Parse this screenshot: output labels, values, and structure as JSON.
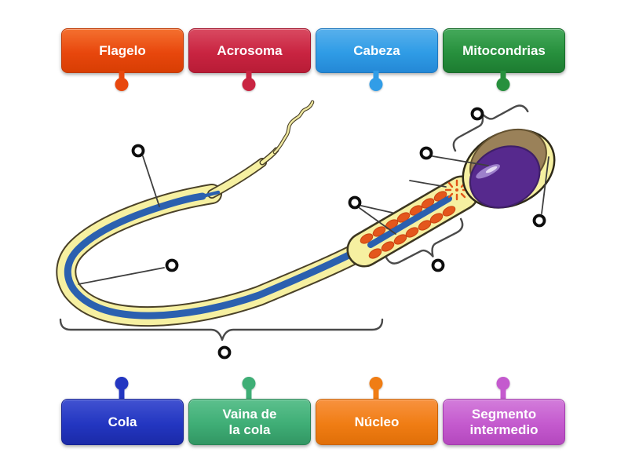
{
  "activity": {
    "type": "labelled-diagram",
    "subject": "sperm-cell-anatomy"
  },
  "labels": {
    "top": [
      {
        "id": "flagelo",
        "text": "Flagelo",
        "color": "#e8470d"
      },
      {
        "id": "acrosoma",
        "text": "Acrosoma",
        "color": "#c92441"
      },
      {
        "id": "cabeza",
        "text": "Cabeza",
        "color": "#2f9ce6"
      },
      {
        "id": "mitocondrias",
        "text": "Mitocondrias",
        "color": "#27903d"
      }
    ],
    "bottom": [
      {
        "id": "cola",
        "text": "Cola",
        "color": "#2336c1"
      },
      {
        "id": "vaina-de-la-cola",
        "text": "Vaina de\nla cola",
        "color": "#3fae76"
      },
      {
        "id": "nucleo",
        "text": "Núcleo",
        "color": "#f07d14"
      },
      {
        "id": "segmento-intermedio",
        "text": "Segmento\nintermedio",
        "color": "#c45ace"
      }
    ]
  },
  "diagram": {
    "illustration": "sperm-cell",
    "drop_targets": [
      {
        "id": "target-tail-upper"
      },
      {
        "id": "target-tail-sheath"
      },
      {
        "id": "target-mitochondria"
      },
      {
        "id": "target-nucleus"
      },
      {
        "id": "target-head"
      },
      {
        "id": "target-acrosome"
      },
      {
        "id": "target-midpiece"
      },
      {
        "id": "target-tail-full"
      }
    ],
    "palette": {
      "membrane_yellow": "#f6f0a1",
      "axoneme_blue": "#2b60af",
      "mitochondria_orange": "#e4571c",
      "nucleus_purple": "#56298d",
      "acrosome_tan": "#9a8159",
      "annotation_gray": "#3f3f3f"
    }
  }
}
